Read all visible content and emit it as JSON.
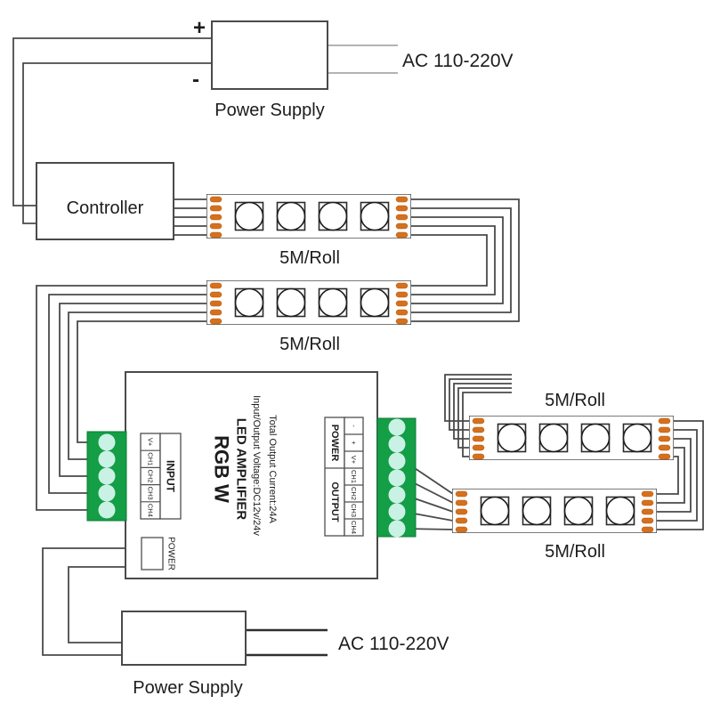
{
  "colors": {
    "wire": "#4a4a4a",
    "wire_light": "#9a9a9a",
    "pad": "#d6701c",
    "green": "#149e46",
    "terminal": "#c9f2e4",
    "outline": "#4a4a4a"
  },
  "top_power_supply": {
    "label": "Power Supply",
    "plus_label": "+",
    "minus_label": "-",
    "ac_label": "AC 110-220V"
  },
  "controller": {
    "label": "Controller"
  },
  "strips": [
    {
      "label": "5M/Roll"
    },
    {
      "label": "5M/Roll"
    },
    {
      "label": "5M/Roll"
    },
    {
      "label": "5M/Roll"
    }
  ],
  "amplifier": {
    "title": "RGB W",
    "subtitle": "LED AMPLIFIER",
    "voltage_line": "Input/Output Voltage:DC12v/24v",
    "current_line": "Total Output Current:24A",
    "power_jack_label": "POWER",
    "input": {
      "label": "INPUT",
      "channels": [
        "V+",
        "CH1",
        "CH2",
        "CH3",
        "CH4"
      ]
    },
    "output": {
      "label": "OUTPUT",
      "power_label": "POWER",
      "terminals": [
        "-",
        "+",
        "V+",
        "CH1",
        "CH2",
        "CH3",
        "CH4"
      ]
    }
  },
  "bottom_power_supply": {
    "label": "Power Supply",
    "ac_label": "AC 110-220V"
  }
}
